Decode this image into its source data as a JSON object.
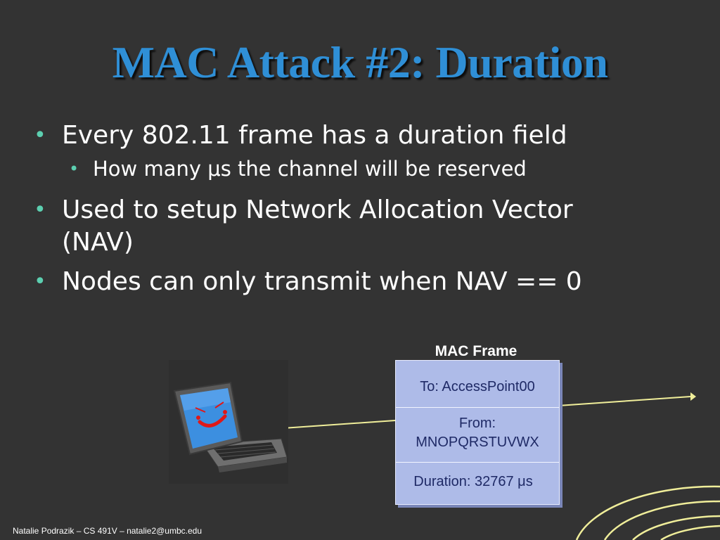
{
  "slide": {
    "title": "MAC Attack #2: Duration",
    "bullets": [
      {
        "text": "Every 802.11 frame has a duration field"
      },
      {
        "text": "How many μs the channel will be reserved"
      },
      {
        "text": "Used to setup Network Allocation Vector (NAV)"
      },
      {
        "text": "Nodes can only transmit when NAV == 0"
      }
    ],
    "frame": {
      "title": "MAC Frame",
      "to": "To: AccessPoint00",
      "from_label": "From:",
      "from_value": "MNOPQRSTUVWX",
      "duration": "Duration: 32767 μs"
    },
    "footer": "Natalie Podrazik – CS 491V – natalie2@umbc.edu"
  },
  "colors": {
    "background": "#333333",
    "title": "#2f8fd6",
    "bullet": "#5ccfb0",
    "frame": "#aebbe8",
    "line": "#f0ee9a"
  }
}
